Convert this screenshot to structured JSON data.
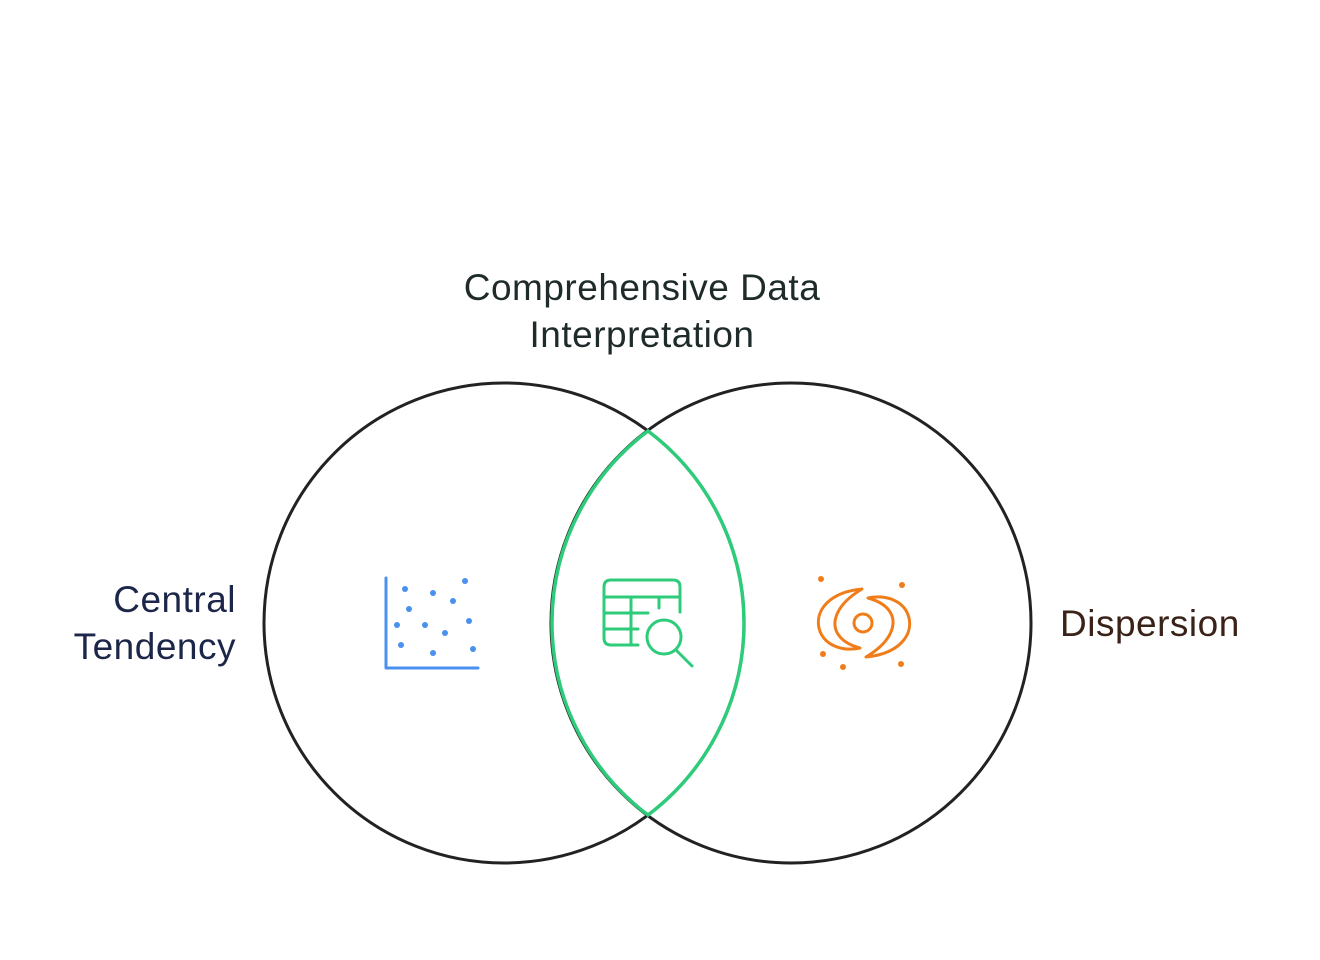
{
  "diagram": {
    "type": "venn",
    "sets": [
      {
        "id": "left",
        "label_lines": [
          "Central",
          "Tendency"
        ],
        "icon": "scatter-plot-icon",
        "icon_color": "#4a90f0",
        "label_color": "#1c2648"
      },
      {
        "id": "right",
        "label_lines": [
          "Dispersion"
        ],
        "icon": "galaxy-spiral-icon",
        "icon_color": "#f07d1a",
        "label_color": "#3a2218"
      }
    ],
    "intersection": {
      "label_lines": [
        "Comprehensive Data",
        "Interpretation"
      ],
      "icon": "table-search-icon",
      "icon_color": "#2ecc7a",
      "outline_color": "#2ecc7a",
      "label_color": "#1e2b2a"
    },
    "circle_stroke_color": "#222222"
  }
}
